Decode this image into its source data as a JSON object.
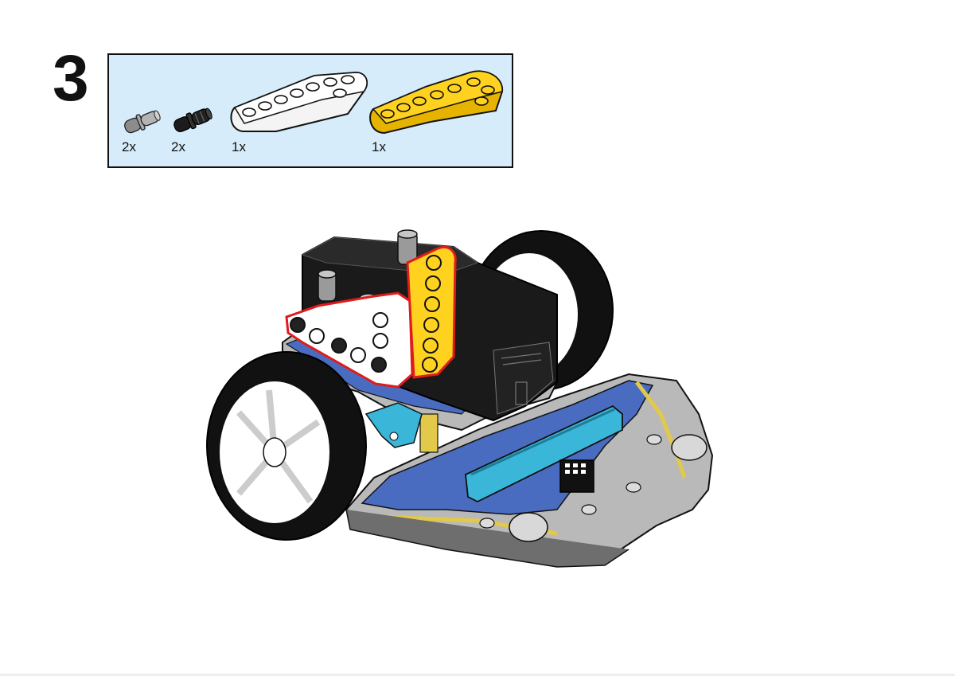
{
  "step": {
    "number": "3"
  },
  "parts": [
    {
      "name": "grey-axle-pin",
      "qty": "2x",
      "color": "#9a9a9a"
    },
    {
      "name": "black-friction-pin",
      "qty": "2x",
      "color": "#1a1a1a"
    },
    {
      "name": "white-angled-beam",
      "qty": "1x",
      "color": "#ffffff"
    },
    {
      "name": "yellow-angled-beam",
      "qty": "1x",
      "color": "#ffd21f"
    }
  ],
  "colors": {
    "parts_box_bg": "#d6ecfb",
    "chassis_blue": "#4a6cc0",
    "chassis_grey": "#b9b9b9",
    "tire_black": "#111111",
    "rim_white": "#ffffff",
    "slot_cyan": "#3ab6d8",
    "highlight_red": "#e01b1b"
  }
}
